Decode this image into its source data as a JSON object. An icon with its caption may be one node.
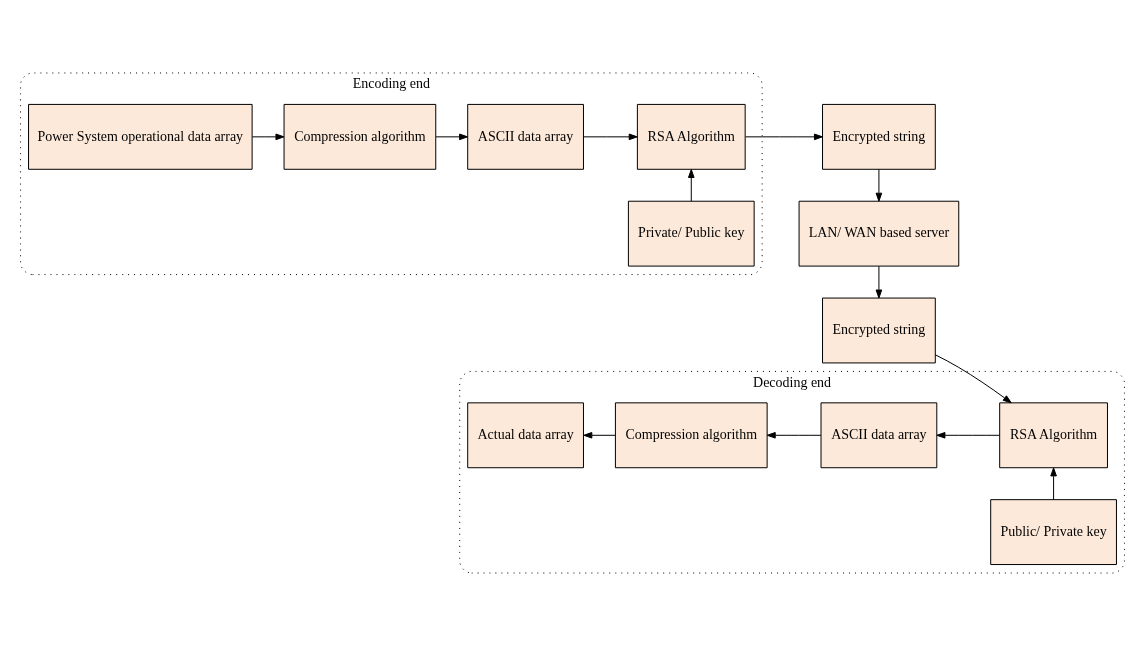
{
  "diagram": {
    "nodes": [
      {
        "text": [
          "Encoding end"
        ]
      },
      {
        "text": [
          "Power System operational data array"
        ],
        "in": 0
      },
      {
        "text": [
          "Compression algorithm"
        ],
        "in": 0
      },
      {
        "text": [
          "ASCII data array"
        ],
        "in": 0
      },
      {
        "text": [
          "RSA Algorithm"
        ],
        "in": 0
      },
      {
        "text": [
          "Private/ Public key"
        ],
        "in": 0
      },
      {
        "text": [
          "Encrypted string"
        ]
      },
      {
        "text": [
          "LAN/ WAN based server"
        ]
      },
      {
        "text": [
          "Decoding end"
        ]
      },
      {
        "text": [
          "Public/ Private key"
        ],
        "in": 8
      },
      {
        "text": [
          "Actual data array"
        ],
        "in": 8
      },
      {
        "text": [
          "Compression algorithm"
        ],
        "in": 8
      },
      {
        "text": [
          "ASCII data array"
        ],
        "in": 8
      },
      {
        "text": [
          "RSA Algorithm"
        ],
        "in": 8
      },
      {
        "text": [
          "Encrypted string"
        ]
      }
    ],
    "edges": [
      {
        "from": 1,
        "to": 2,
        "arrow": "to"
      },
      {
        "from": 2,
        "to": 3,
        "arrow": "to"
      },
      {
        "from": 3,
        "to": 4,
        "arrow": "to"
      },
      {
        "from": 5,
        "to": 4,
        "arrow": "to"
      },
      {
        "from": 4,
        "to": 6,
        "arrow": "to"
      },
      {
        "from": 6,
        "to": 7,
        "arrow": "to"
      },
      {
        "from": 7,
        "to": 14,
        "arrow": "to"
      },
      {
        "from": 14,
        "to": 13,
        "arrow": "to"
      },
      {
        "from": 9,
        "to": 13,
        "arrow": "to"
      },
      {
        "from": 13,
        "to": 12,
        "arrow": "to"
      },
      {
        "from": 12,
        "to": 11,
        "arrow": "to"
      },
      {
        "from": 11,
        "to": 10,
        "arrow": "to"
      }
    ]
  }
}
